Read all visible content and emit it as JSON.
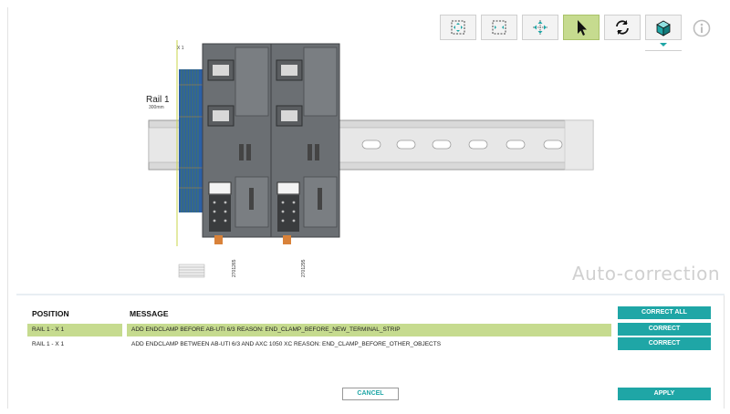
{
  "canvas": {
    "rail_label": "Rail 1",
    "rail_sub": "300mm",
    "top_label": "X 1",
    "slot_labels": [
      "2701265",
      "2701295"
    ],
    "watermark": "Auto-correction"
  },
  "toolbar": {
    "tools": [
      {
        "name": "fit-view-icon"
      },
      {
        "name": "fit-selection-icon"
      },
      {
        "name": "expand-icon"
      },
      {
        "name": "pointer-icon",
        "active": true
      },
      {
        "name": "refresh-icon"
      },
      {
        "name": "3d-view-icon"
      }
    ]
  },
  "table": {
    "headers": {
      "position": "POSITION",
      "message": "MESSAGE"
    },
    "rows": [
      {
        "position": "RAIL 1 - X 1",
        "message": "ADD ENDCLAMP BEFORE AB-UTI 6/3 REASON: END_CLAMP_BEFORE_NEW_TERMINAL_STRIP",
        "selected": true,
        "action": "CORRECT"
      },
      {
        "position": "RAIL 1 - X 1",
        "message": "ADD ENDCLAMP BETWEEN AB-UTI 6/3 AND AXC 1050 XC REASON: END_CLAMP_BEFORE_OTHER_OBJECTS",
        "selected": false,
        "action": "CORRECT"
      }
    ]
  },
  "actions": {
    "correct_all": "CORRECT ALL",
    "cancel": "CANCEL",
    "apply": "APPLY"
  },
  "colors": {
    "accent": "#1fa6a6",
    "selected": "#c6db8f"
  }
}
